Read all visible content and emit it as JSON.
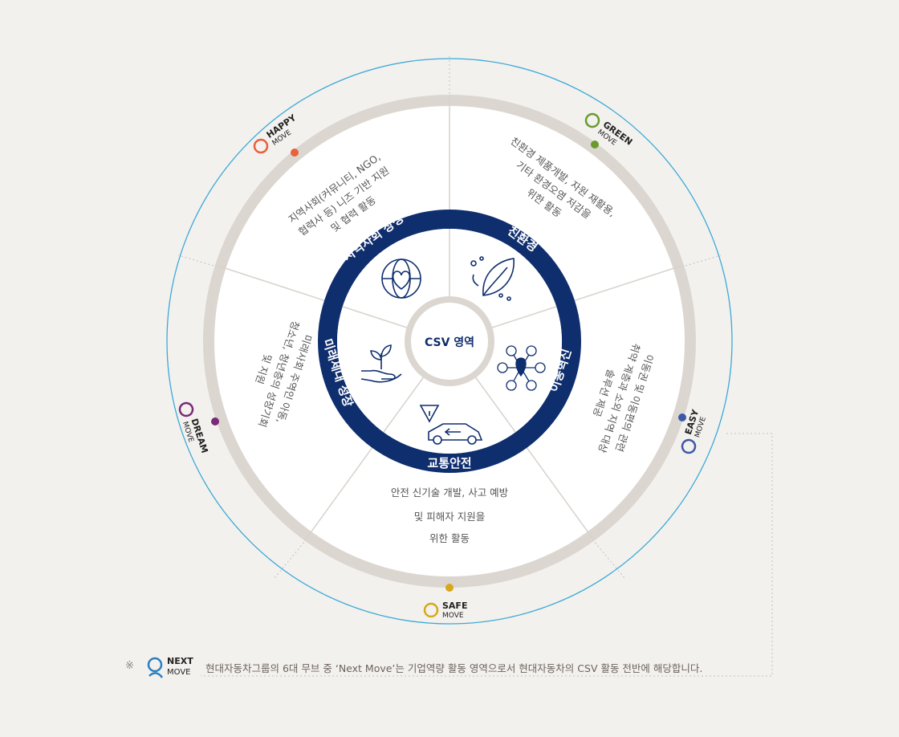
{
  "center": {
    "label": "CSV 영역"
  },
  "ring_labels": {
    "community": "지역사회 상생",
    "eco": "친환경",
    "mobility": "이동혁신",
    "safety": "교통안전",
    "future": "미래세대 성장"
  },
  "descriptions": {
    "community": [
      "지역사회(커뮤니티, NGO,",
      "협력사 등) 니즈 기반 지원",
      "및 협력 활동"
    ],
    "eco": [
      "친환경 제품개발, 자원 재활용,",
      "기타 환경오염 저감을",
      "위한 활동"
    ],
    "mobility": [
      "이동권 및 이동편의 관련",
      "취약 계층과 소외 지역 대상",
      "솔루션 제공"
    ],
    "safety": [
      "안전 신기술 개발, 사고 예방",
      "및 피해자 지원을",
      "위한 활동"
    ],
    "future": [
      "미래사회 주역인 아동,",
      "청소년, 청년층의 성장기회",
      "및 지원"
    ]
  },
  "moves": {
    "happy": {
      "title": "HAPPY",
      "sub": "MOVE",
      "color": "#e8603c"
    },
    "green": {
      "title": "GREEN",
      "sub": "MOVE",
      "color": "#6a9a2c"
    },
    "easy": {
      "title": "EASY",
      "sub": "MOVE",
      "color": "#3e58a6"
    },
    "safe": {
      "title": "SAFE",
      "sub": "MOVE",
      "color": "#d7a81a"
    },
    "dream": {
      "title": "DREAM",
      "sub": "MOVE",
      "color": "#7a2a78"
    },
    "next": {
      "title": "NEXT",
      "sub": "MOVE",
      "color": "#2b7fc0"
    }
  },
  "colors": {
    "navy": "#0f2e6e",
    "ring_grey": "#dcd6d0",
    "outer_line": "#3aa9d6",
    "divider": "#d8d2cc",
    "text": "#555555"
  },
  "footnote": {
    "mark": "※",
    "text": "현대자동차그룹의 6대 무브 중 ‘Next Move’는 기업역량 활동 영역으로서 현대자동차의 CSV 활동 전반에 해당합니다."
  }
}
